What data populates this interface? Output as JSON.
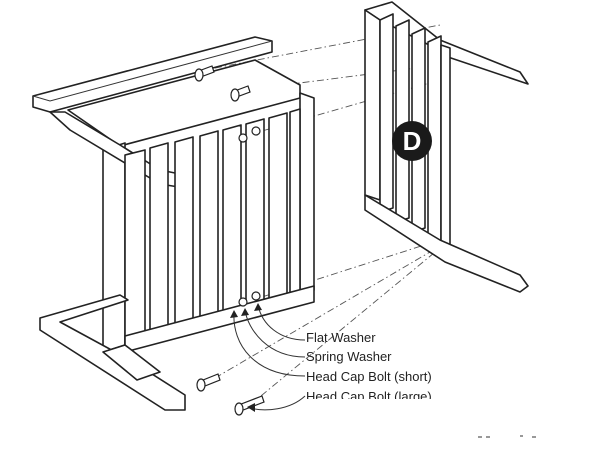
{
  "step": {
    "badge": "D"
  },
  "callouts": [
    {
      "text": "Flat Washer"
    },
    {
      "text": "Spring Washer"
    },
    {
      "text": "Head Cap Bolt (short)"
    },
    {
      "text": "Head Cap Bolt (large)"
    }
  ]
}
